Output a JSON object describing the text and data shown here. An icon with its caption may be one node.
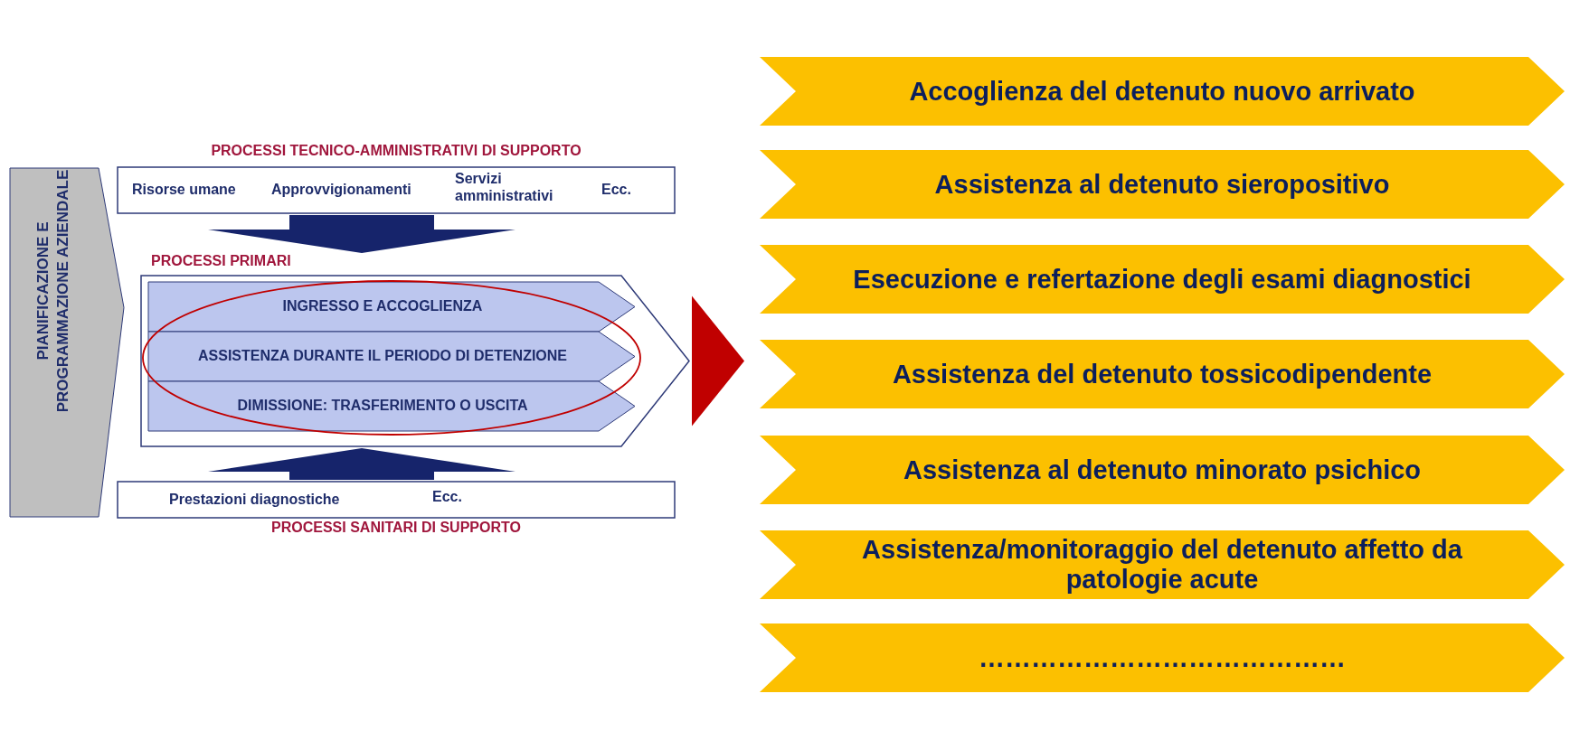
{
  "diagram": {
    "nodes": [
      {
        "text": [
          "PIANIFICAZIONE E PROGRAMMAZIONE AZIENDALE"
        ]
      },
      {
        "text": [
          "PROCESSI TECNICO-AMMINISTRATIVI DI SUPPORTO",
          "Risorse umane",
          "Approvvigionamenti",
          "Servizi amministrativi",
          "Ecc."
        ]
      },
      {
        "text": [
          "PROCESSI PRIMARI"
        ]
      },
      {
        "text": [
          "INGRESSO E ACCOGLIENZA"
        ],
        "in": 2
      },
      {
        "text": [
          "ASSISTENZA DURANTE IL PERIODO DI DETENZIONE"
        ],
        "in": 2
      },
      {
        "text": [
          "DIMISSIONE: TRASFERIMENTO O USCITA"
        ],
        "in": 2
      },
      {
        "text": [
          "Prestazioni diagnostiche",
          "Ecc.",
          "PROCESSI SANITARI DI SUPPORTO"
        ]
      },
      {
        "text": [
          "Accoglienza del detenuto nuovo arrivato"
        ]
      },
      {
        "text": [
          "Assistenza al detenuto sieropositivo"
        ]
      },
      {
        "text": [
          "Esecuzione e refertazione degli esami diagnostici"
        ]
      },
      {
        "text": [
          "Assistenza del detenuto tossicodipendente"
        ]
      },
      {
        "text": [
          "Assistenza al detenuto minorato psichico"
        ]
      },
      {
        "text": [
          "Assistenza/monitoraggio del detenuto affetto da patologie acute"
        ]
      },
      {
        "text": [
          "……………………………………"
        ]
      }
    ],
    "edges": [
      {
        "from": 1,
        "to": 2,
        "arrow": "to"
      },
      {
        "from": 6,
        "to": 2,
        "arrow": "to"
      },
      {
        "from": 2,
        "to": null,
        "arrow": "to",
        "color": "#c00000"
      }
    ]
  }
}
